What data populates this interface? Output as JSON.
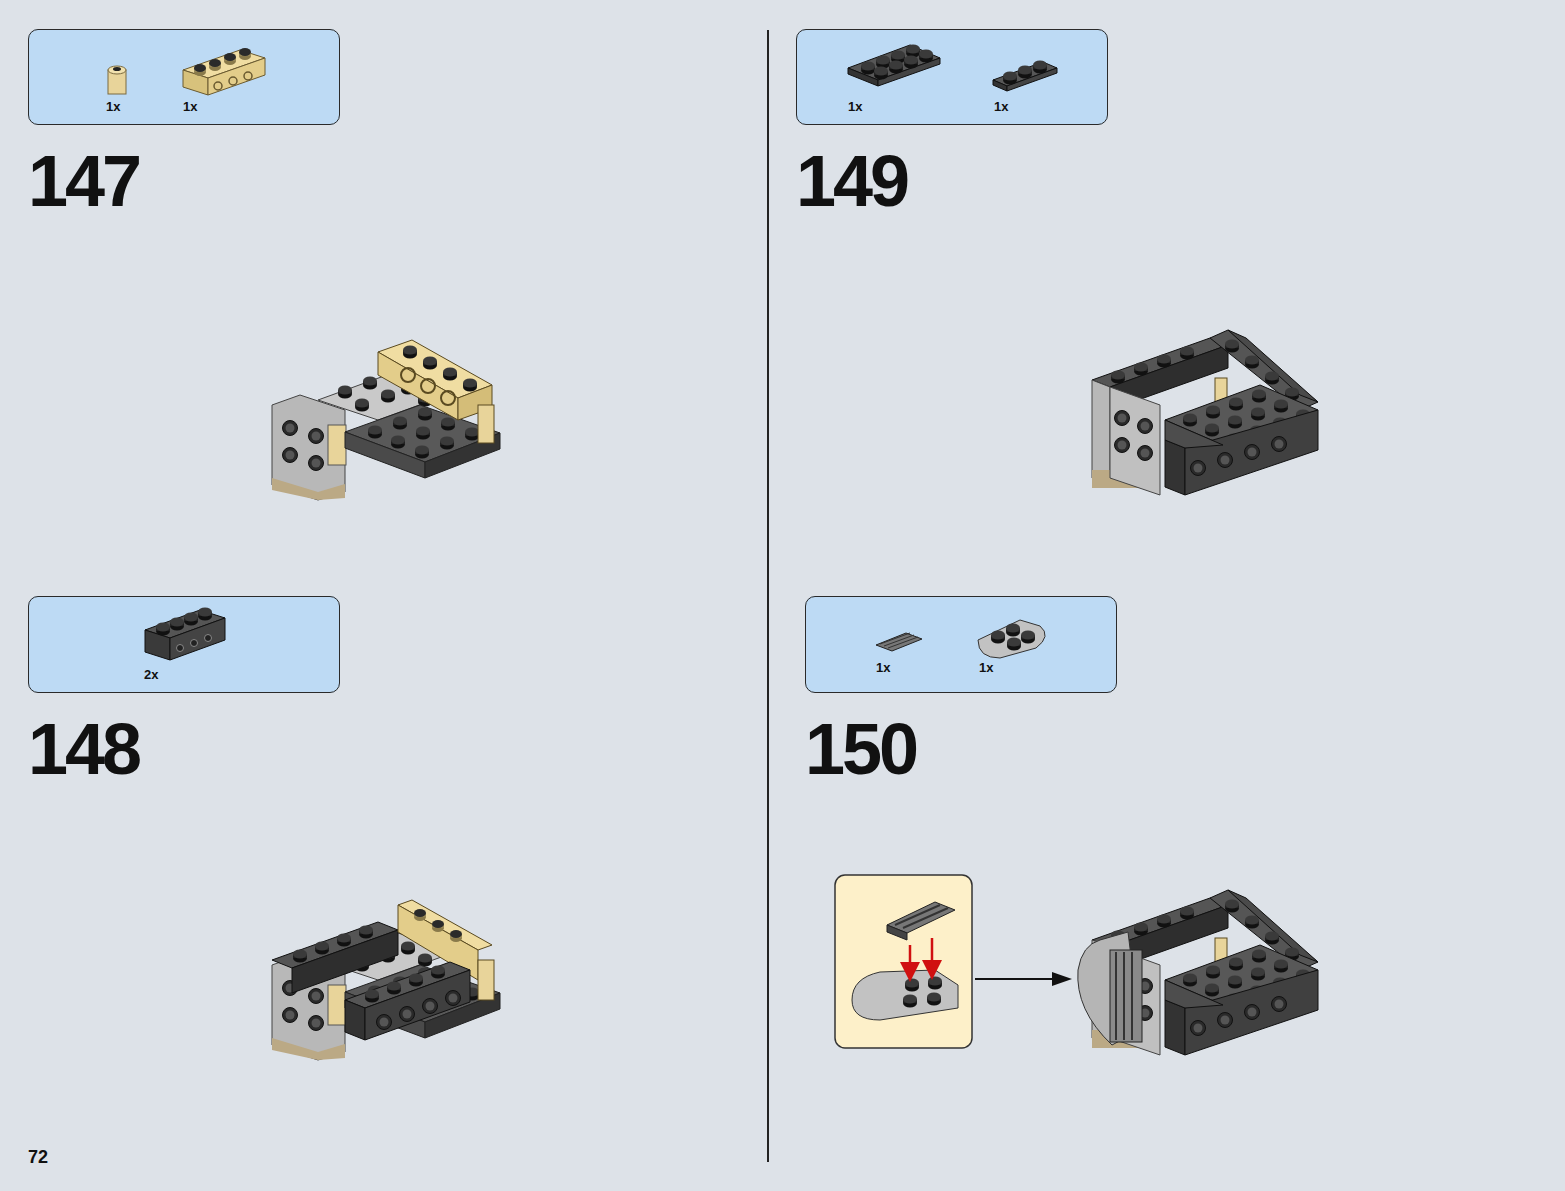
{
  "diagram": {
    "nodes": [
      {
        "text": [
          "1x",
          "1x"
        ]
      },
      {
        "text": [
          "2x"
        ]
      },
      {
        "text": [
          "1x",
          "1x"
        ]
      },
      {
        "text": [
          "1x",
          "1x"
        ]
      }
    ],
    "labels": [
      "147",
      "148",
      "149",
      "150",
      "72"
    ]
  }
}
